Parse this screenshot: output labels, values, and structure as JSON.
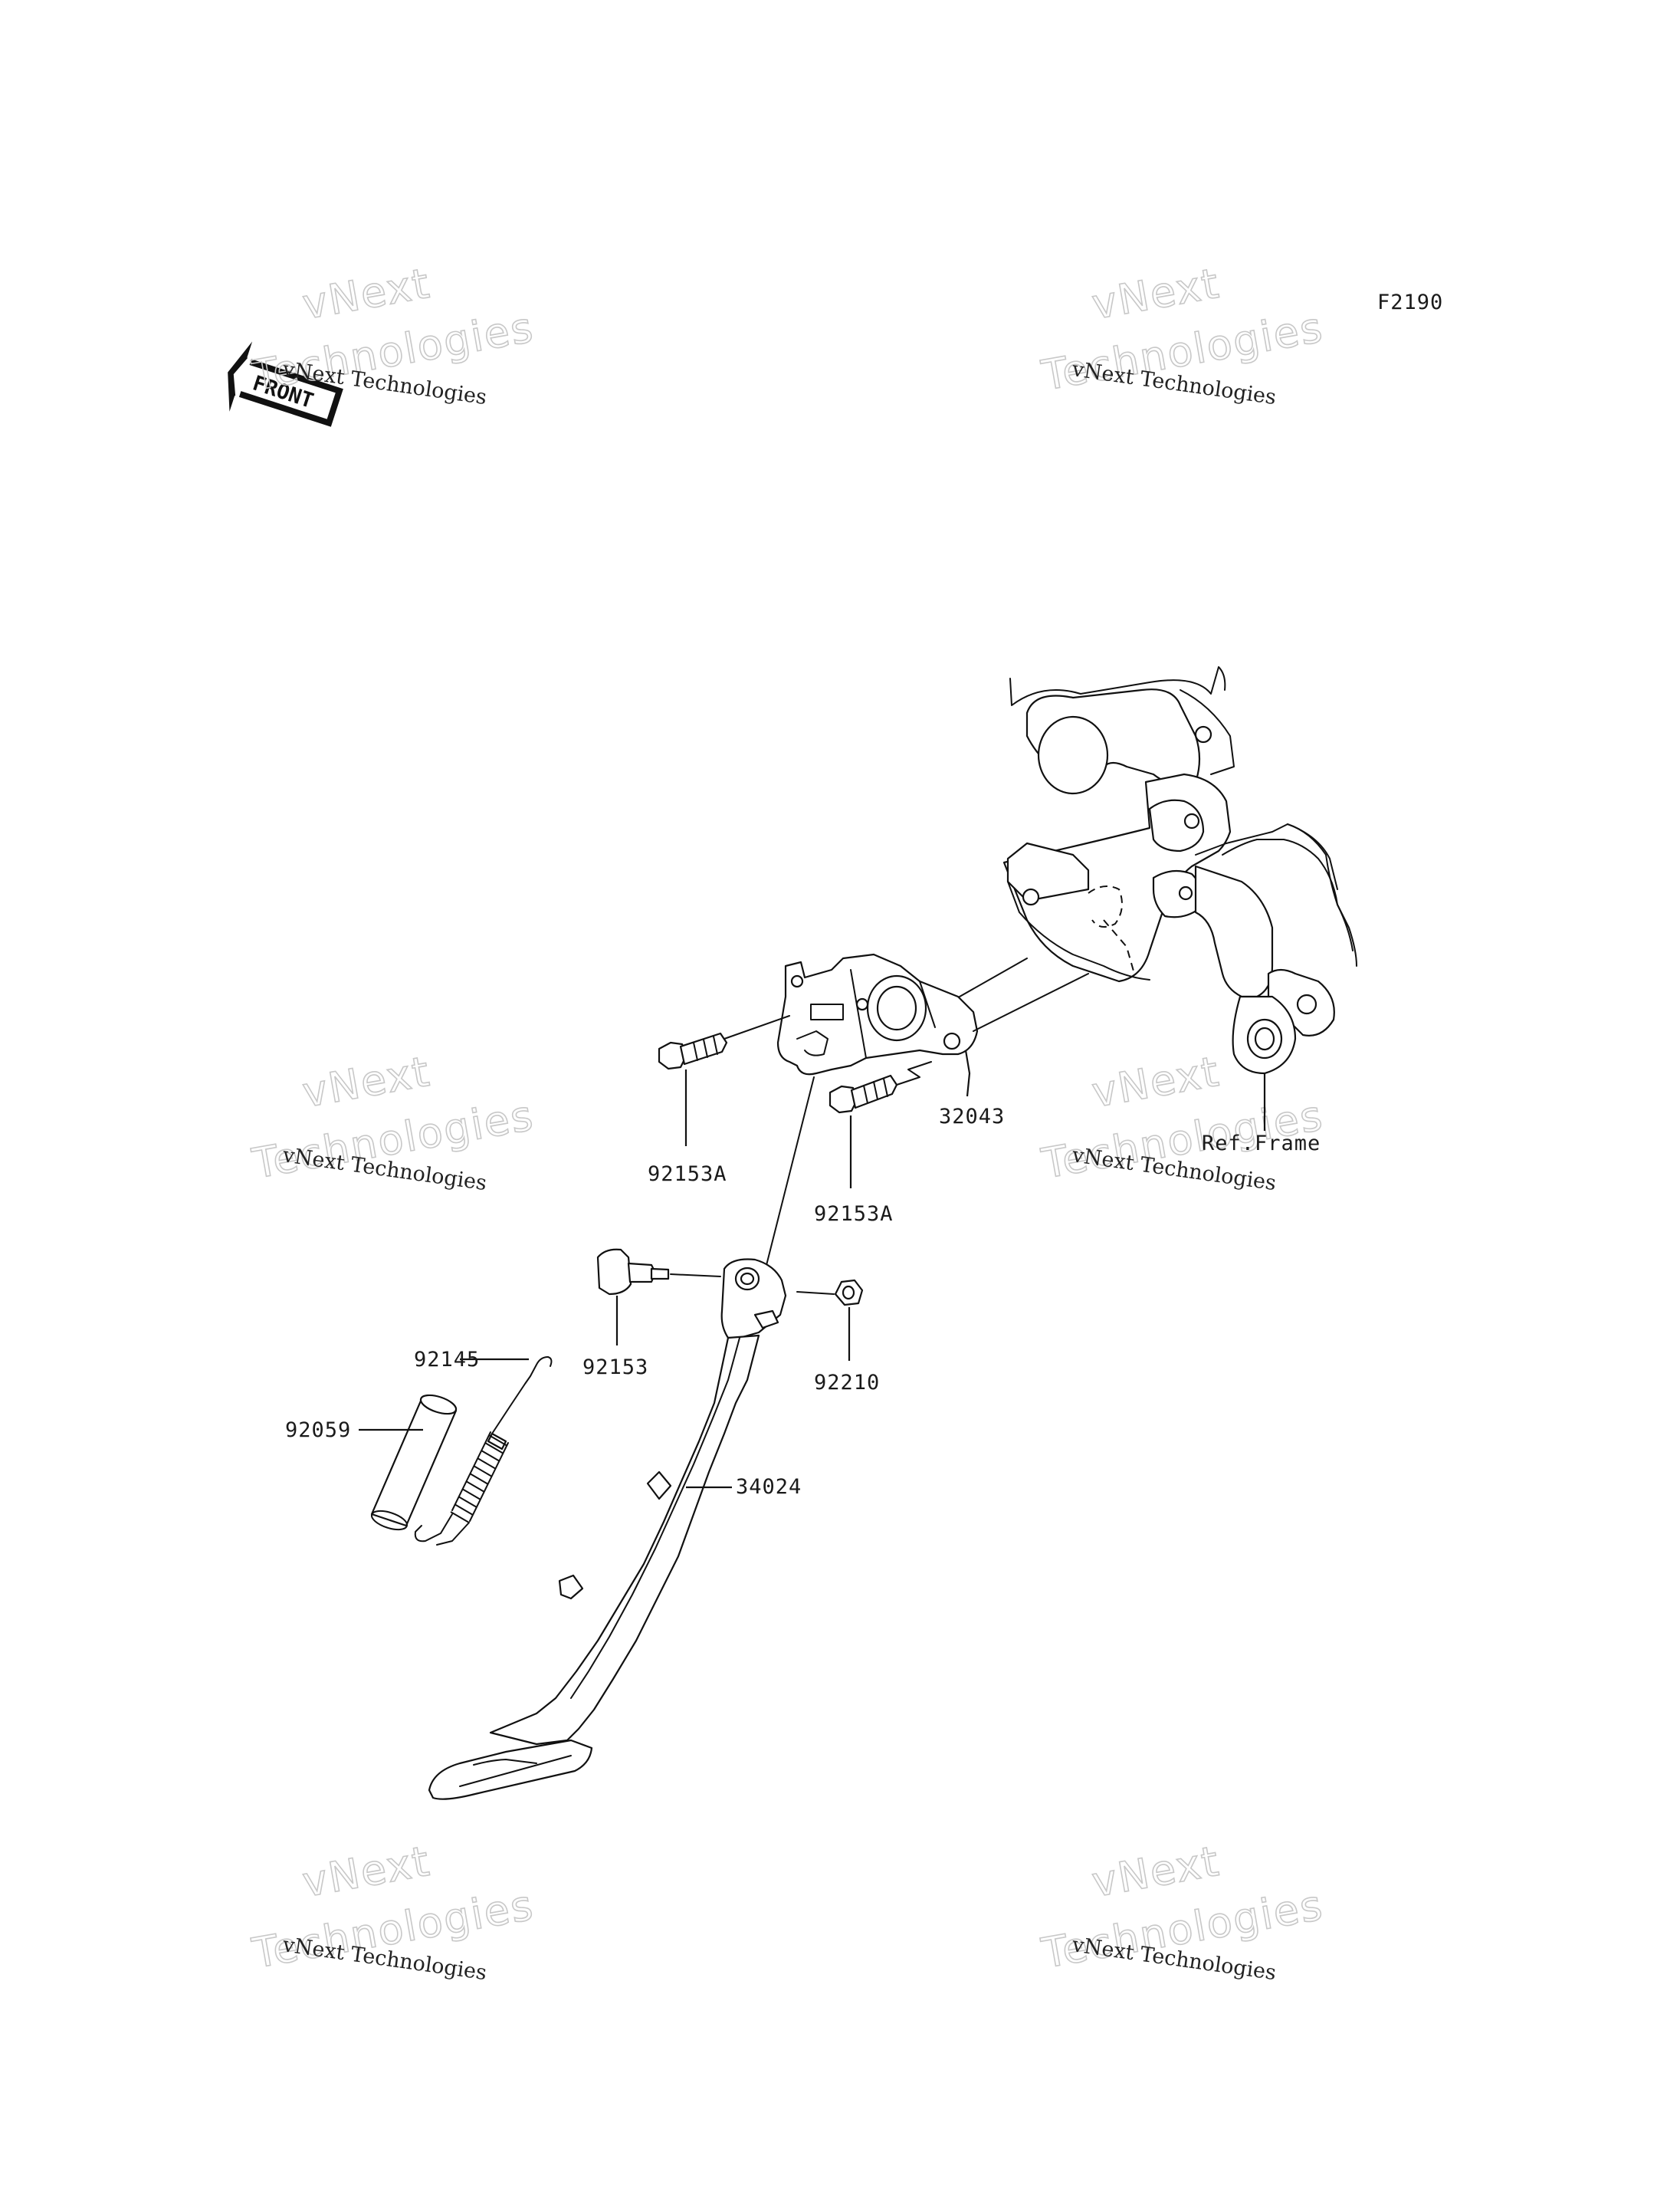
{
  "diagram_code": "F2190",
  "front_badge": "FRONT",
  "watermark": {
    "line1": "vNext Technologies",
    "line2": "vNext",
    "line3": "Technologies"
  },
  "parts": {
    "bracket": "32043",
    "bolt_a_left": "92153A",
    "bolt_a_right": "92153A",
    "pivot_bolt": "92153",
    "nut": "92210",
    "spring": "92145",
    "sleeve": "92059",
    "side_stand": "34024",
    "frame_ref": "Ref.Frame"
  }
}
